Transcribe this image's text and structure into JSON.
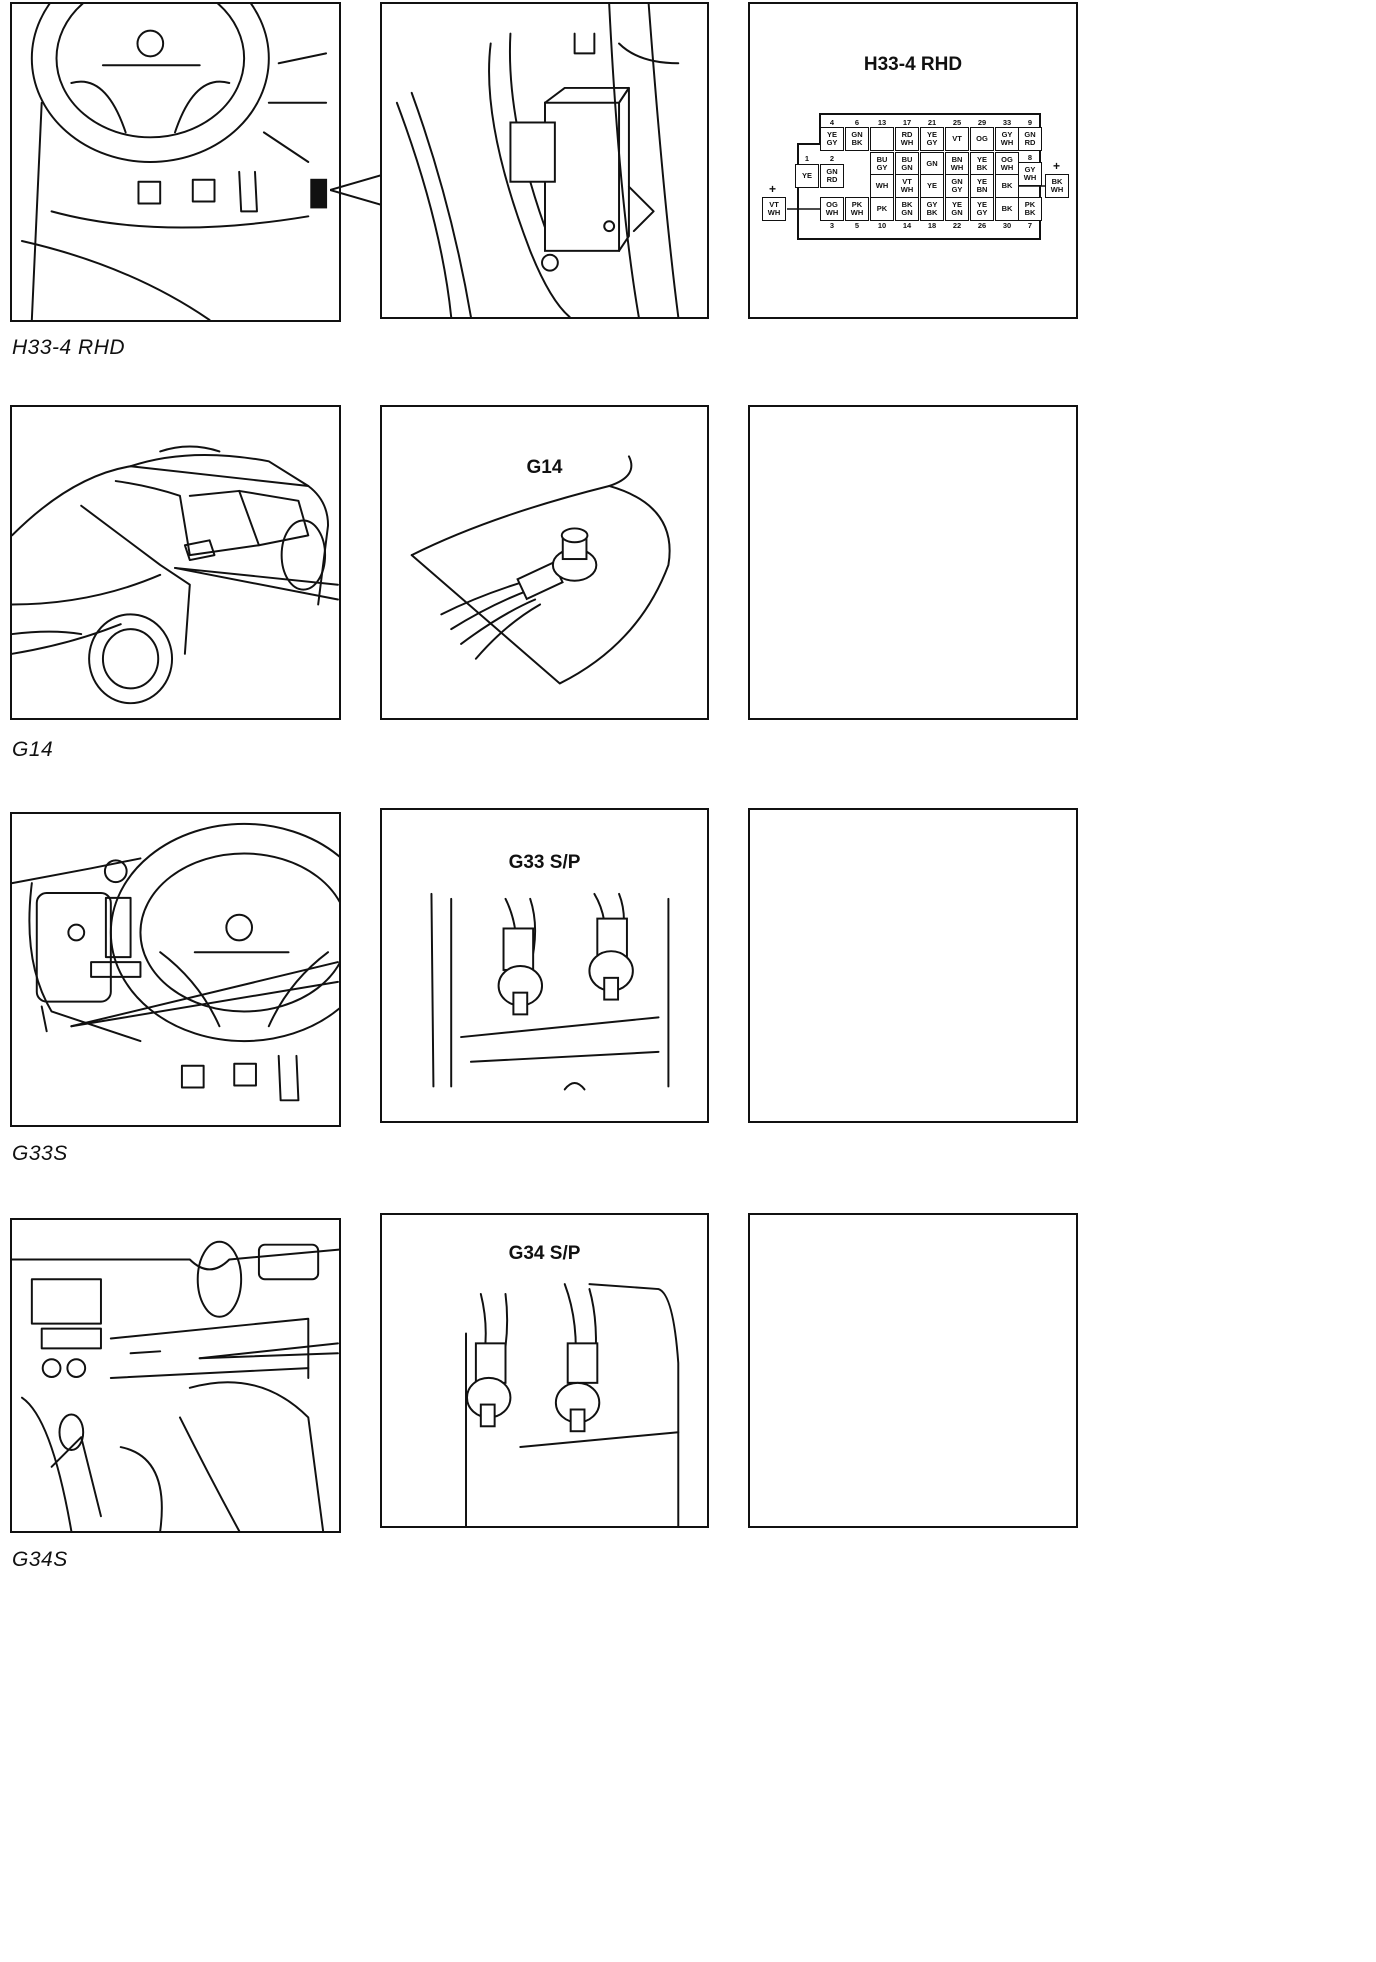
{
  "rows": [
    {
      "label": "H33-4 RHD",
      "detail_title": "",
      "connector_title": "H33-4  RHD"
    },
    {
      "label": "G14",
      "detail_title": "G14"
    },
    {
      "label": "G33S",
      "detail_title": "G33 S/P"
    },
    {
      "label": "G34S",
      "detail_title": "G34 S/P"
    }
  ],
  "connector": {
    "top_numbers": [
      "4",
      "6",
      "13",
      "17",
      "21",
      "25",
      "29",
      "33",
      "9"
    ],
    "row1": [
      "YE GY",
      "GN BK",
      "",
      "RD WH",
      "YE GY",
      "VT",
      "OG",
      "GY WH",
      "GN RD"
    ],
    "left_numbers": [
      "1",
      "2"
    ],
    "row2_left": [
      "YE",
      "GN RD"
    ],
    "row2": [
      "BU GY",
      "BU GN",
      "GN",
      "BN WH",
      "YE BK",
      "OG WH"
    ],
    "row2_num_right": "8",
    "row2_right": "GY WH",
    "row3": [
      "WH",
      "VT WH",
      "YE",
      "GN GY",
      "YE BN",
      "BK"
    ],
    "row4": [
      "OG WH",
      "PK WH",
      "PK",
      "BK GN",
      "GY BK",
      "YE GN",
      "YE GY",
      "BK",
      "PK BK"
    ],
    "bottom_numbers": [
      "3",
      "5",
      "10",
      "14",
      "18",
      "22",
      "26",
      "30",
      "7"
    ],
    "left_ext": "VT WH",
    "right_ext": "BK WH",
    "plus": "+"
  }
}
